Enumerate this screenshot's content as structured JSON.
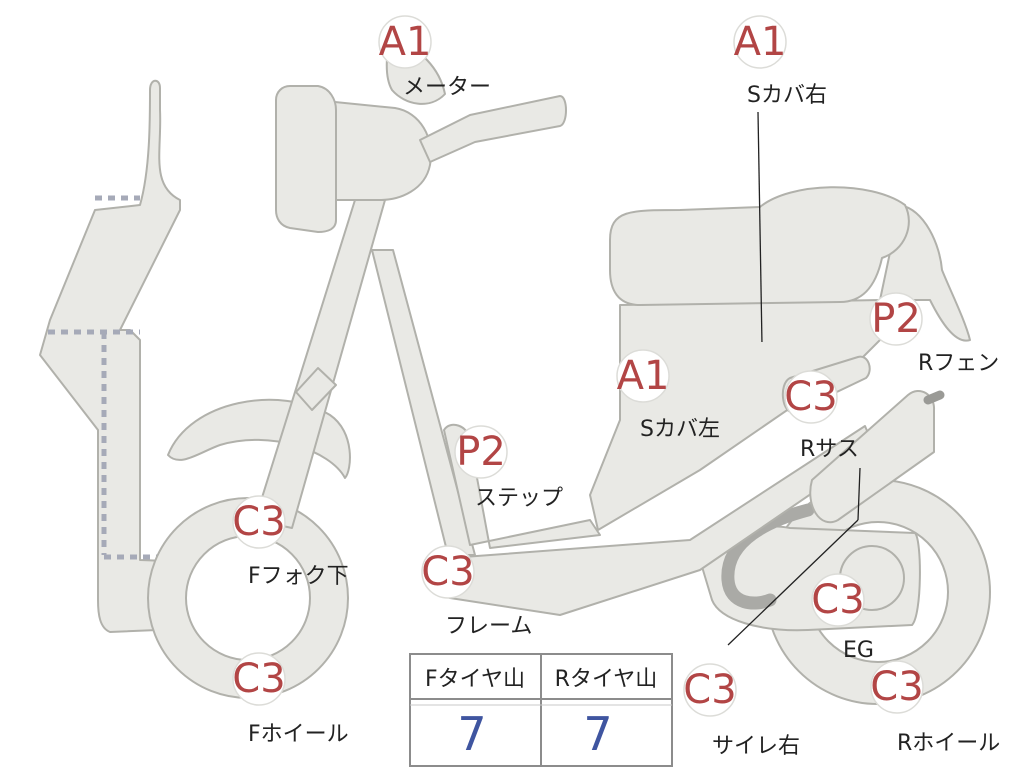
{
  "colors": {
    "part_fill": "#e9e9e5",
    "badge_text": "#b24545",
    "tread_value": "#3f55a0"
  },
  "badges": [
    {
      "code": "A1",
      "label": "メーター"
    },
    {
      "code": "A1",
      "label": "Sカバ右"
    },
    {
      "code": "P2",
      "label": "Rフェン"
    },
    {
      "code": "A1",
      "label": "Sカバ左"
    },
    {
      "code": "C3",
      "label": "Rサス"
    },
    {
      "code": "P2",
      "label": "ステップ"
    },
    {
      "code": "C3",
      "label": "Fフォク下"
    },
    {
      "code": "C3",
      "label": "フレーム"
    },
    {
      "code": "C3",
      "label": "EG"
    },
    {
      "code": "C3",
      "label": "Fホイール"
    },
    {
      "code": "C3",
      "label": "サイレ右"
    },
    {
      "code": "C3",
      "label": "Rホイール"
    }
  ],
  "tire_table": {
    "headers": [
      "Fタイヤ山",
      "Rタイヤ山"
    ],
    "values": [
      "7",
      "7"
    ]
  }
}
